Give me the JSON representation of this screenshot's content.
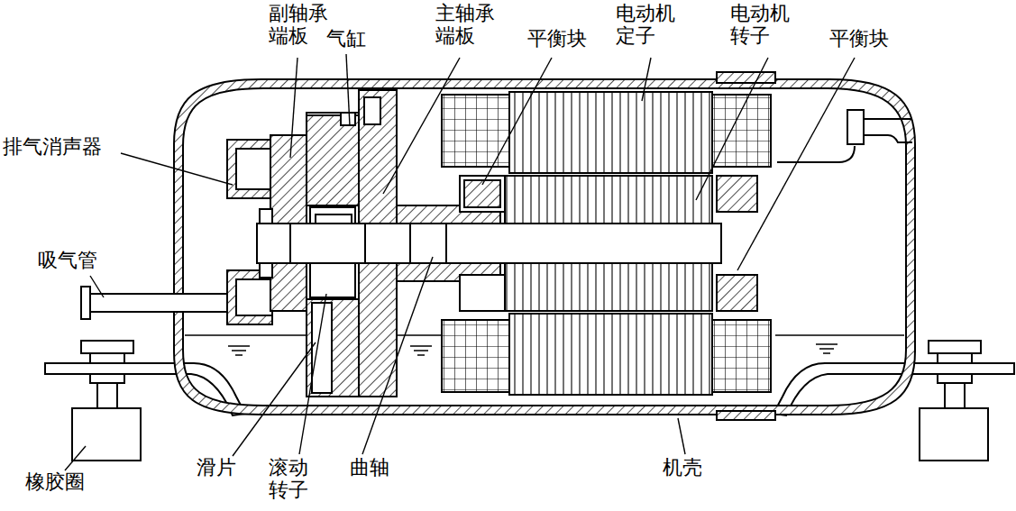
{
  "diagram": {
    "labels": [
      "副轴承 端板",
      "气缸",
      "主轴承 端板",
      "平衡块",
      "电动机 定子",
      "电动机 转子",
      "平衡块",
      "排气消声器",
      "吸气管",
      "橡胶圈",
      "滑片",
      "滚动 转子",
      "曲轴",
      "机壳"
    ]
  }
}
